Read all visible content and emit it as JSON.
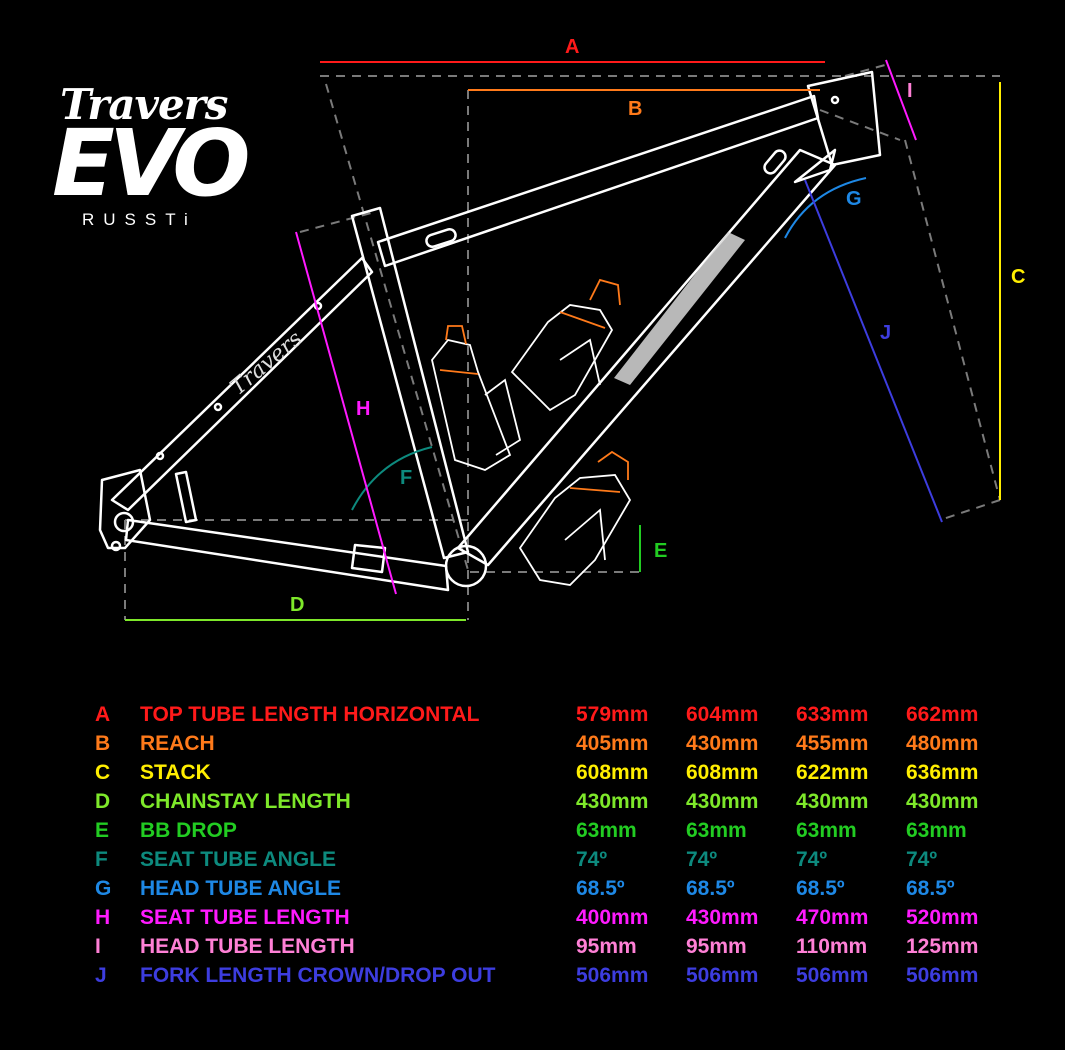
{
  "logo": {
    "script": "Travers",
    "model": "EVO",
    "sub": "RUSSTi",
    "frame_decal": "Travers"
  },
  "labels": {
    "A": {
      "text": "A",
      "color": "#ff1a1a"
    },
    "B": {
      "text": "B",
      "color": "#ff7a1a"
    },
    "C": {
      "text": "C",
      "color": "#ffee00"
    },
    "D": {
      "text": "D",
      "color": "#7ee82a"
    },
    "E": {
      "text": "E",
      "color": "#22cc22"
    },
    "F": {
      "text": "F",
      "color": "#0d8a7e"
    },
    "G": {
      "text": "G",
      "color": "#1e88e5"
    },
    "H": {
      "text": "H",
      "color": "#ff1aff"
    },
    "I": {
      "text": "I",
      "color": "#ff80d6"
    },
    "J": {
      "text": "J",
      "color": "#3d3ddf"
    }
  },
  "colors": {
    "background": "#000000",
    "frame": "#ffffff",
    "dashed": "#7a7a7a",
    "bottle_outline": "#ff7a1a"
  },
  "table": {
    "rows": [
      {
        "letter": "A",
        "name": "TOP TUBE LENGTH HORIZONTAL",
        "values": [
          "579mm",
          "604mm",
          "633mm",
          "662mm"
        ],
        "color": "#ff1a1a"
      },
      {
        "letter": "B",
        "name": "REACH",
        "values": [
          "405mm",
          "430mm",
          "455mm",
          "480mm"
        ],
        "color": "#ff7a1a"
      },
      {
        "letter": "C",
        "name": "STACK",
        "values": [
          "608mm",
          "608mm",
          "622mm",
          "636mm"
        ],
        "color": "#ffee00"
      },
      {
        "letter": "D",
        "name": "CHAINSTAY LENGTH",
        "values": [
          "430mm",
          "430mm",
          "430mm",
          "430mm"
        ],
        "color": "#7ee82a"
      },
      {
        "letter": "E",
        "name": "BB DROP",
        "values": [
          "63mm",
          "63mm",
          "63mm",
          "63mm"
        ],
        "color": "#22cc22"
      },
      {
        "letter": "F",
        "name": "SEAT TUBE ANGLE",
        "values": [
          "74º",
          "74º",
          "74º",
          "74º"
        ],
        "color": "#0d8a7e"
      },
      {
        "letter": "G",
        "name": "HEAD TUBE ANGLE",
        "values": [
          "68.5º",
          "68.5º",
          "68.5º",
          "68.5º"
        ],
        "color": "#1e88e5"
      },
      {
        "letter": "H",
        "name": "SEAT TUBE LENGTH",
        "values": [
          "400mm",
          "430mm",
          "470mm",
          "520mm"
        ],
        "color": "#ff1aff"
      },
      {
        "letter": "I",
        "name": "HEAD TUBE LENGTH",
        "values": [
          "95mm",
          "95mm",
          "110mm",
          "125mm"
        ],
        "color": "#ff80d6"
      },
      {
        "letter": "J",
        "name": "FORK LENGTH CROWN/DROP OUT",
        "values": [
          "506mm",
          "506mm",
          "506mm",
          "506mm"
        ],
        "color": "#3d3ddf"
      }
    ]
  }
}
